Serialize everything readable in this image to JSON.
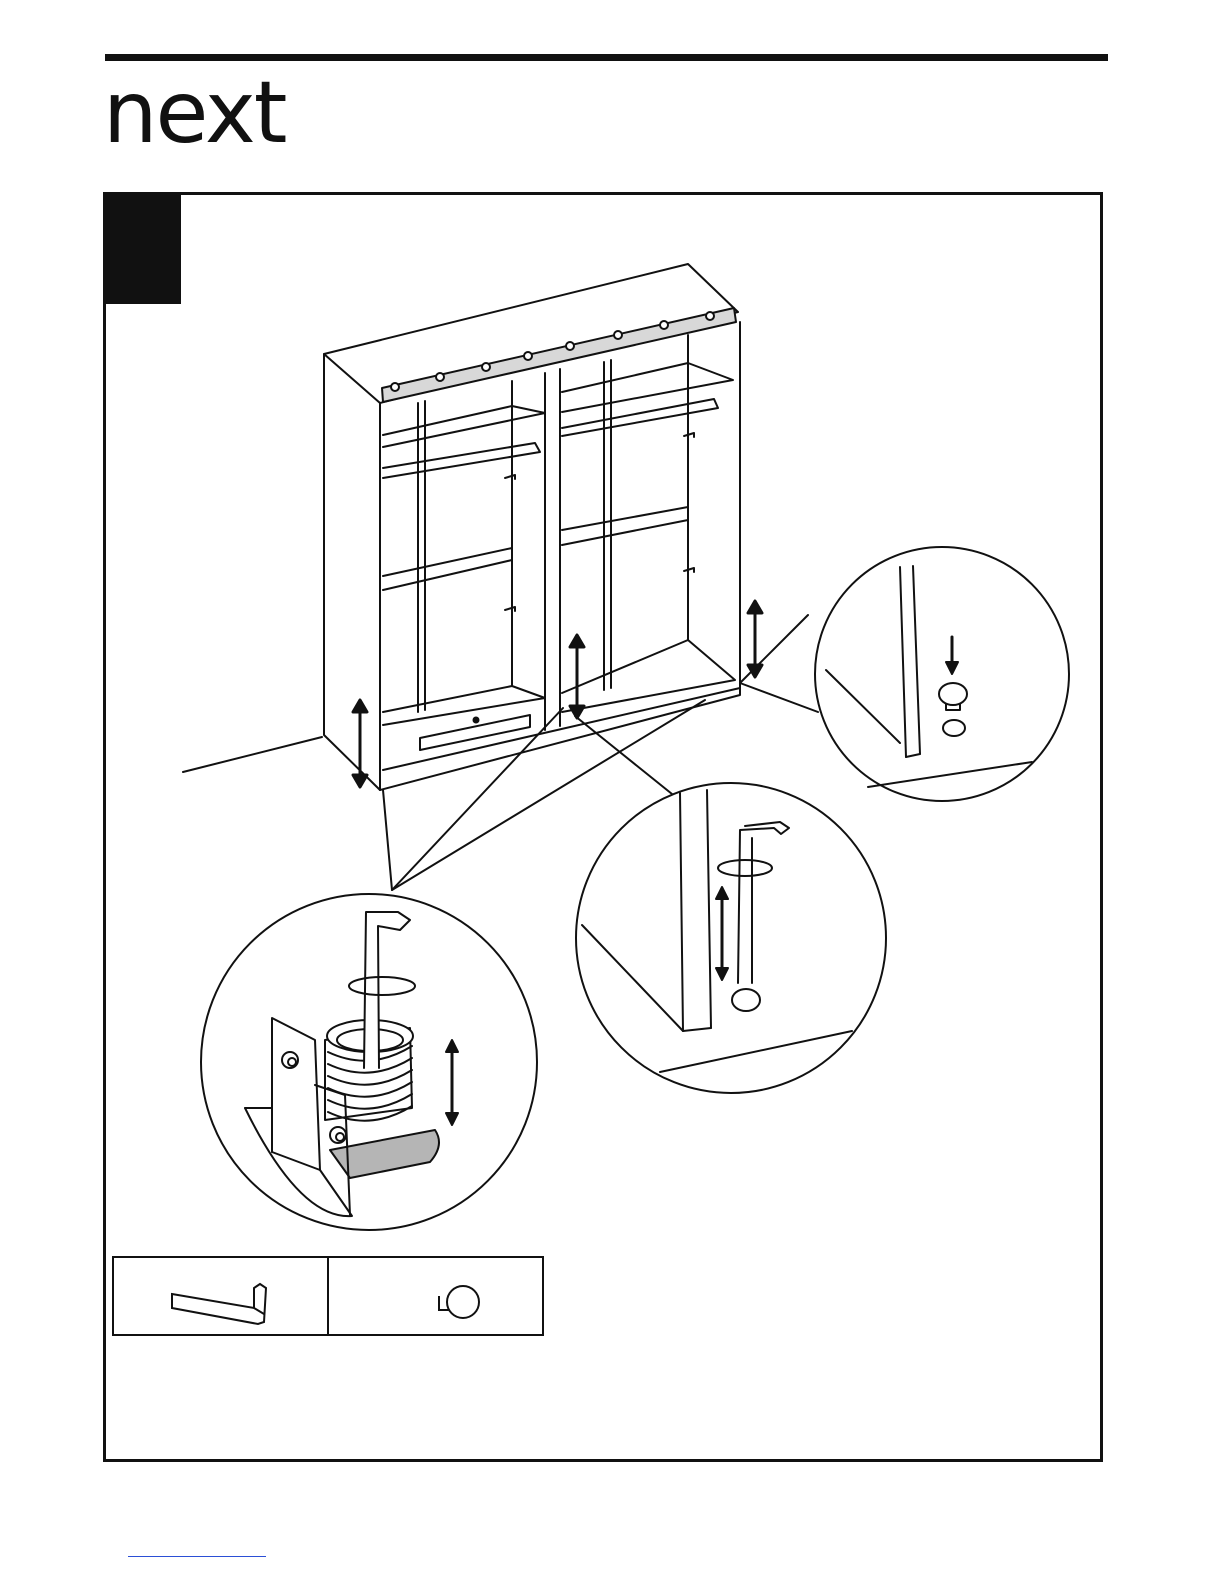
{
  "brand": {
    "logo_text": "next"
  },
  "step": {
    "number": ""
  },
  "parts": [
    {
      "name": "allen-key",
      "label": ""
    },
    {
      "name": "cap-plug",
      "label": ""
    }
  ],
  "colors": {
    "ink": "#111111",
    "gray_foot": "#b5b5b5",
    "link": "#2b4fd6"
  }
}
